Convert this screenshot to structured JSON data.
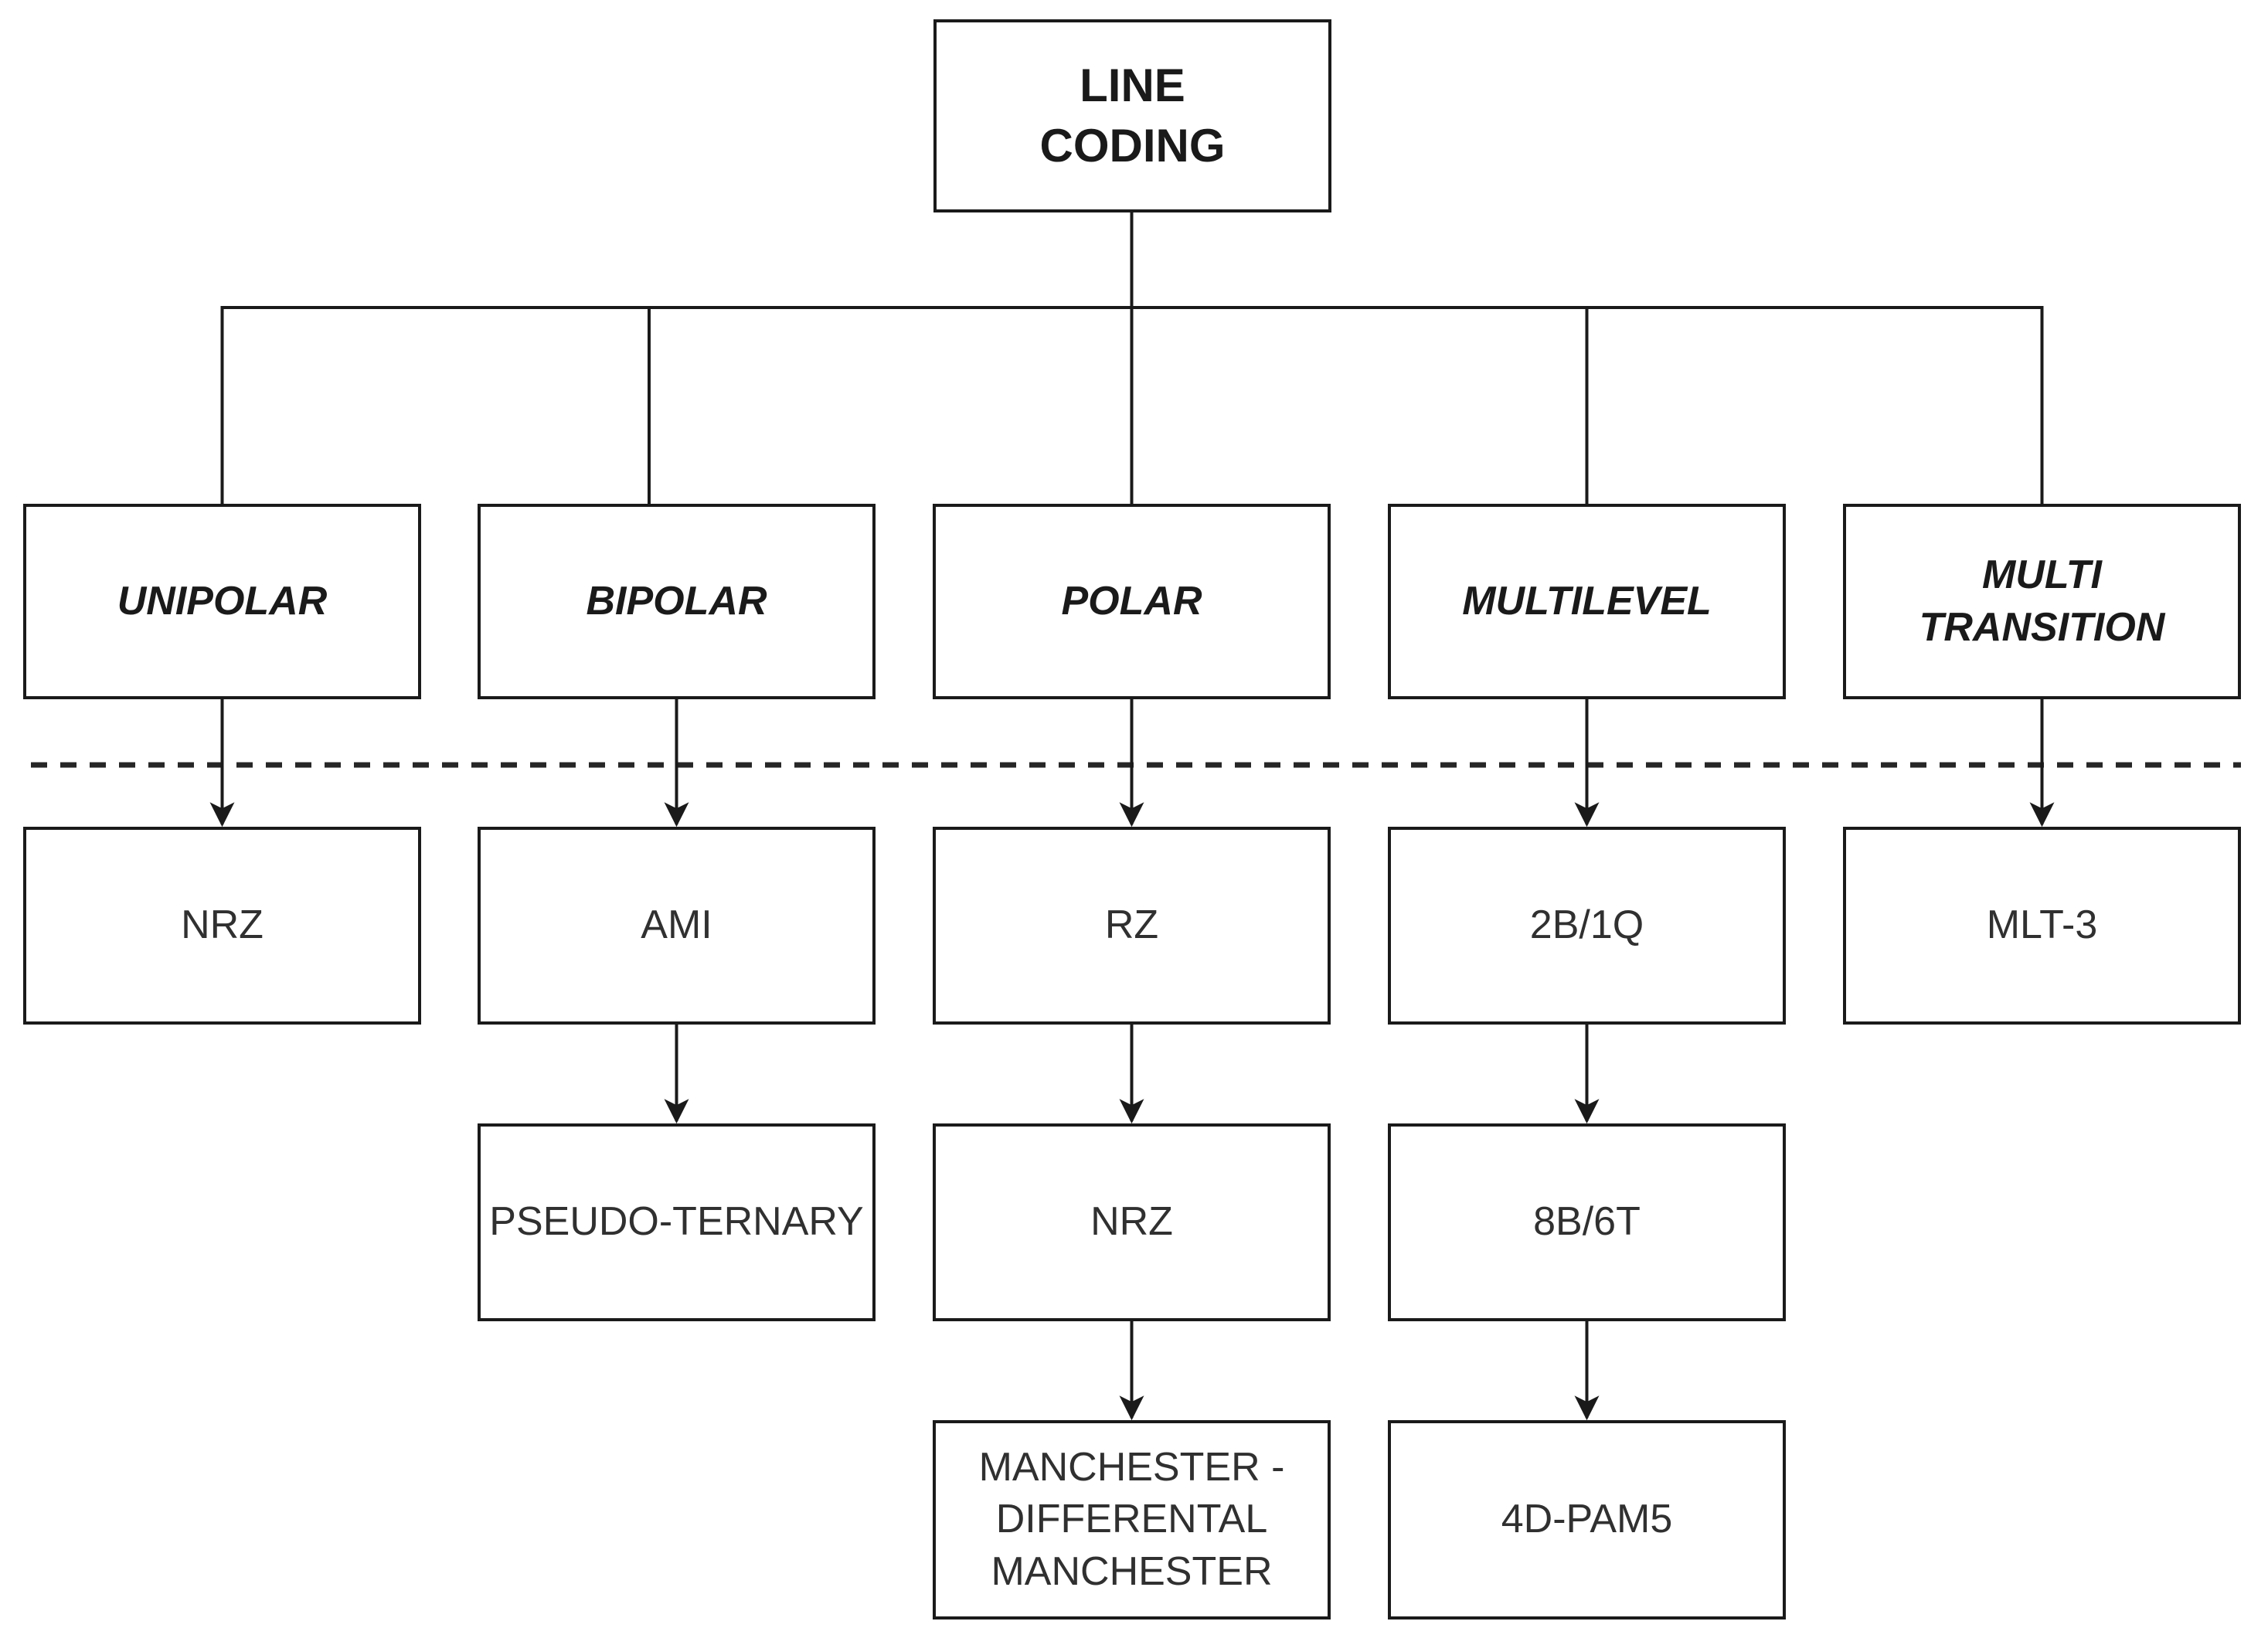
{
  "diagram": {
    "root": {
      "label": "LINE\nCODING"
    },
    "columns": [
      {
        "category": "UNIPOLAR",
        "children": [
          "NRZ"
        ]
      },
      {
        "category": "BIPOLAR",
        "children": [
          "AMI",
          "PSEUDO-TERNARY"
        ]
      },
      {
        "category": "POLAR",
        "children": [
          "RZ",
          "NRZ",
          "MANCHESTER -\nDIFFERENTAL\nMANCHESTER"
        ]
      },
      {
        "category": "MULTILEVEL",
        "children": [
          "2B/1Q",
          "8B/6T",
          "4D-PAM5"
        ]
      },
      {
        "category": "MULTI\nTRANSITION",
        "children": [
          "MLT-3"
        ]
      }
    ],
    "separator": {
      "style": "dashed-horizontal-line"
    },
    "colors": {
      "background": "#ffffff",
      "line": "#1a1a1a",
      "box_border": "#1a1a1a",
      "category_text": "#1a1a1a",
      "child_text": "#303030"
    }
  }
}
